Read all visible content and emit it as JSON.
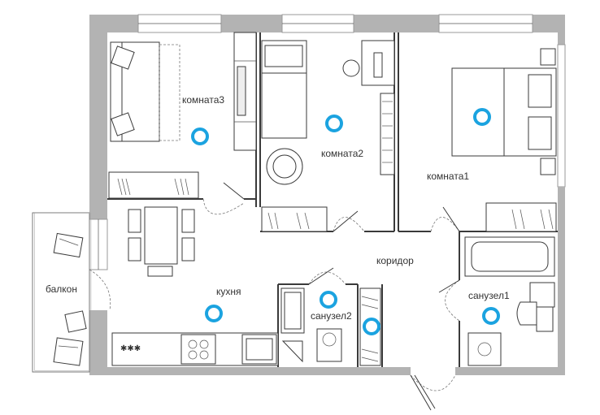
{
  "colors": {
    "wall": "#b3b3b3",
    "marker": "#1ba3e0",
    "text": "#333333"
  },
  "rooms": [
    {
      "id": "room3",
      "label": "комната3"
    },
    {
      "id": "room2",
      "label": "комната2"
    },
    {
      "id": "room1",
      "label": "комната1"
    },
    {
      "id": "corridor",
      "label": "коридор"
    },
    {
      "id": "balcony",
      "label": "балкон"
    },
    {
      "id": "kitchen",
      "label": "кухня"
    },
    {
      "id": "bath2",
      "label": "санузел2"
    },
    {
      "id": "bath1",
      "label": "санузел1"
    }
  ],
  "markers": [
    {
      "id": "room3-marker"
    },
    {
      "id": "room2-marker"
    },
    {
      "id": "room1-marker"
    },
    {
      "id": "kitchen-marker"
    },
    {
      "id": "bath2-marker"
    },
    {
      "id": "corridor-marker"
    },
    {
      "id": "bath1-marker"
    }
  ]
}
